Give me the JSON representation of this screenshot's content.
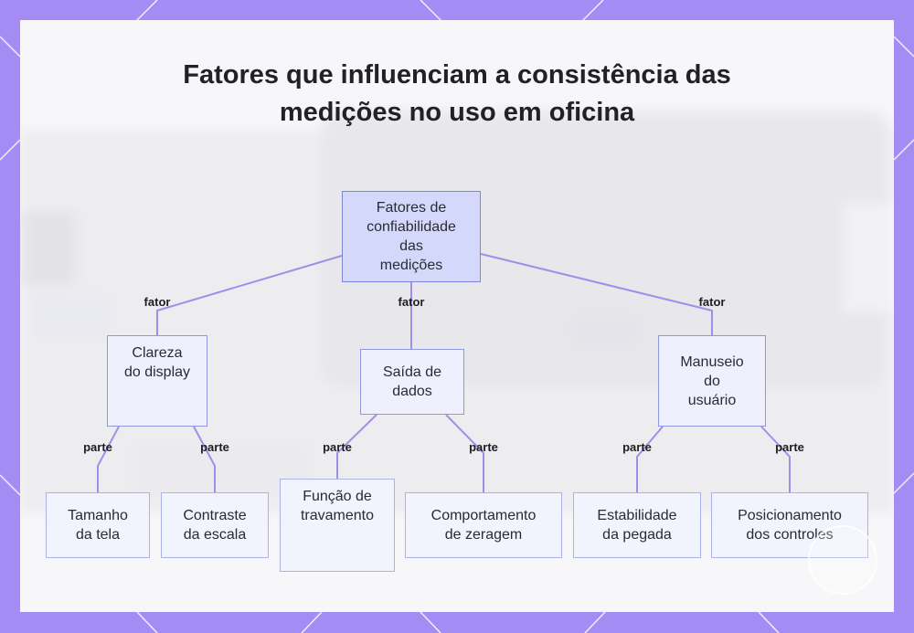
{
  "title": "Fatores que influenciam a consistência das medições no uso em oficina",
  "colors": {
    "frame": "#a48cf4",
    "card": "#f7f7f9",
    "edge": "#9f8fe8",
    "root_fill": "#d4d9fb",
    "node_fill": "#eef1fd",
    "node_border": "#9aa6e6"
  },
  "diagram": {
    "root": {
      "id": "root",
      "label": "Fatores de confiabilidade das medições"
    },
    "nodes": [
      {
        "id": "clareza",
        "label": "Clareza do display"
      },
      {
        "id": "saida",
        "label": "Saída de dados"
      },
      {
        "id": "manuseio",
        "label": "Manuseio do usuário"
      },
      {
        "id": "tamanho",
        "label": "Tamanho da tela"
      },
      {
        "id": "contraste",
        "label": "Contraste da escala"
      },
      {
        "id": "travamento",
        "label": "Função de travamento"
      },
      {
        "id": "zeragem",
        "label": "Comportamento de zeragem"
      },
      {
        "id": "estabilidade",
        "label": "Estabilidade da pegada"
      },
      {
        "id": "posicionamento",
        "label": "Posicionamento dos controles"
      }
    ],
    "edges": [
      {
        "from": "root",
        "to": "clareza",
        "label": "fator"
      },
      {
        "from": "root",
        "to": "saida",
        "label": "fator"
      },
      {
        "from": "root",
        "to": "manuseio",
        "label": "fator"
      },
      {
        "from": "clareza",
        "to": "tamanho",
        "label": "parte"
      },
      {
        "from": "clareza",
        "to": "contraste",
        "label": "parte"
      },
      {
        "from": "saida",
        "to": "travamento",
        "label": "parte"
      },
      {
        "from": "saida",
        "to": "zeragem",
        "label": "parte"
      },
      {
        "from": "manuseio",
        "to": "estabilidade",
        "label": "parte"
      },
      {
        "from": "manuseio",
        "to": "posicionamento",
        "label": "parte"
      }
    ]
  }
}
